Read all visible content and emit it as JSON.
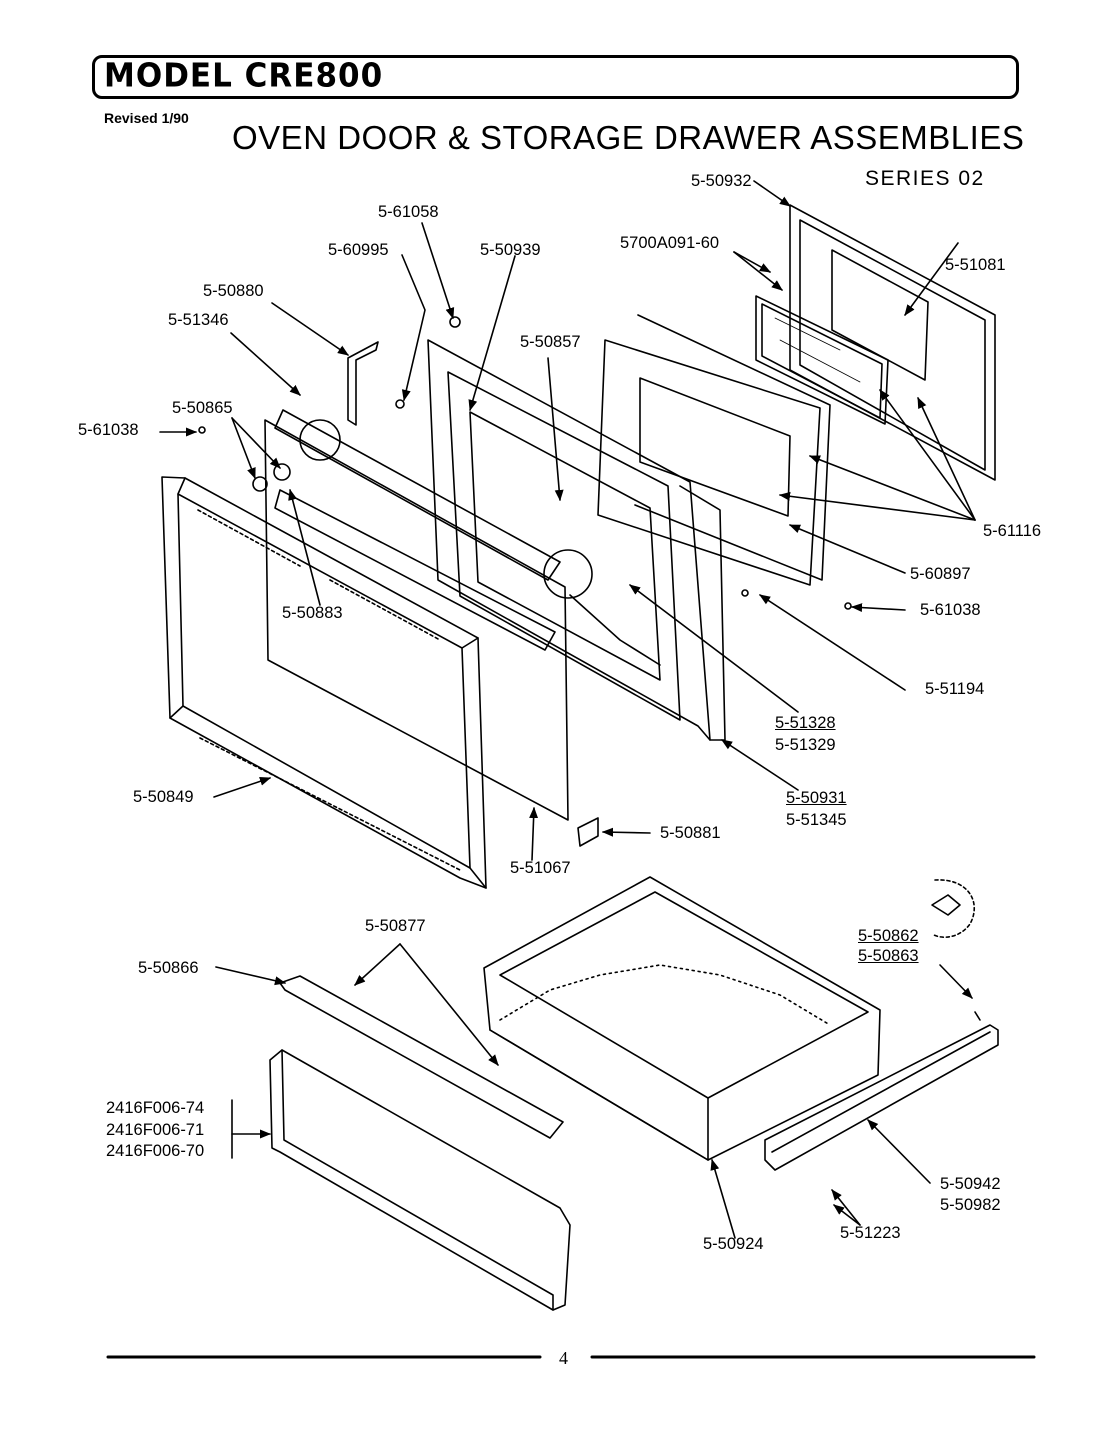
{
  "header": {
    "model": "MODEL CRE800",
    "revised": "Revised 1/90",
    "title": "OVEN DOOR & STORAGE DRAWER ASSEMBLIES",
    "series": "SERIES 02"
  },
  "callouts": {
    "p5_50932": "5-50932",
    "p5_61058": "5-61058",
    "p5_60995": "5-60995",
    "p5_50939": "5-50939",
    "p5700A091_60": "5700A091-60",
    "p5_51081": "5-51081",
    "p5_50880": "5-50880",
    "p5_51346": "5-51346",
    "p5_50857": "5-50857",
    "p5_50865": "5-50865",
    "p5_61038_left": "5-61038",
    "p5_61116": "5-61116",
    "p5_60897": "5-60897",
    "p5_61038_right": "5-61038",
    "p5_50883": "5-50883",
    "p5_51194": "5-51194",
    "p5_51328": "5-51328",
    "p5_51329": "5-51329",
    "p5_50849": "5-50849",
    "p5_50931": "5-50931",
    "p5_51345": "5-51345",
    "p5_50881": "5-50881",
    "p5_51067": "5-51067",
    "p5_50877": "5-50877",
    "p5_50866": "5-50866",
    "p5_50862": "5-50862",
    "p5_50863": "5-50863",
    "p2416F006_74": "2416F006-74",
    "p2416F006_71": "2416F006-71",
    "p2416F006_70": "2416F006-70",
    "p5_50942": "5-50942",
    "p5_50982": "5-50982",
    "p5_51223": "5-51223",
    "p5_50924": "5-50924"
  },
  "footer": {
    "page_number": "4"
  }
}
